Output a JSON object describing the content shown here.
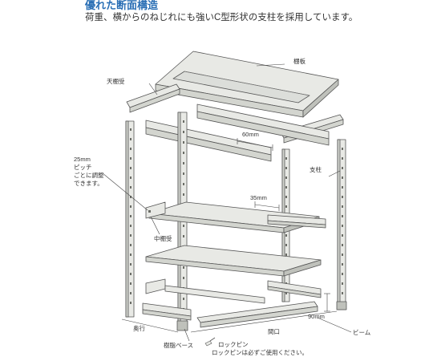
{
  "heading": {
    "title": "優れた断面構造",
    "subtitle": "荷重、横からのねじれにも強いC型形状の支柱を採用しています。"
  },
  "labels": {
    "shelf_board": "棚板",
    "top_shelf_support": "天棚受",
    "dim_60mm": "60mm",
    "post": "支柱",
    "pitch_1": "25mm",
    "pitch_2": "ピッチ",
    "pitch_3": "ごとに調整",
    "pitch_4": "できます。",
    "dim_35mm": "35mm",
    "middle_shelf_support": "中棚受",
    "dim_90mm": "90mm",
    "depth": "奥行",
    "width": "間口",
    "beam": "ビーム",
    "resin_base": "樹脂ベース",
    "lock_pin": "ロックピン",
    "lock_pin_note": "ロックピンは必ずご使用ください。"
  },
  "colors": {
    "title": "#2a6fb5",
    "part_fill": "#e8e9e5",
    "part_shadow": "#d3d5cf",
    "outline": "#555555"
  }
}
